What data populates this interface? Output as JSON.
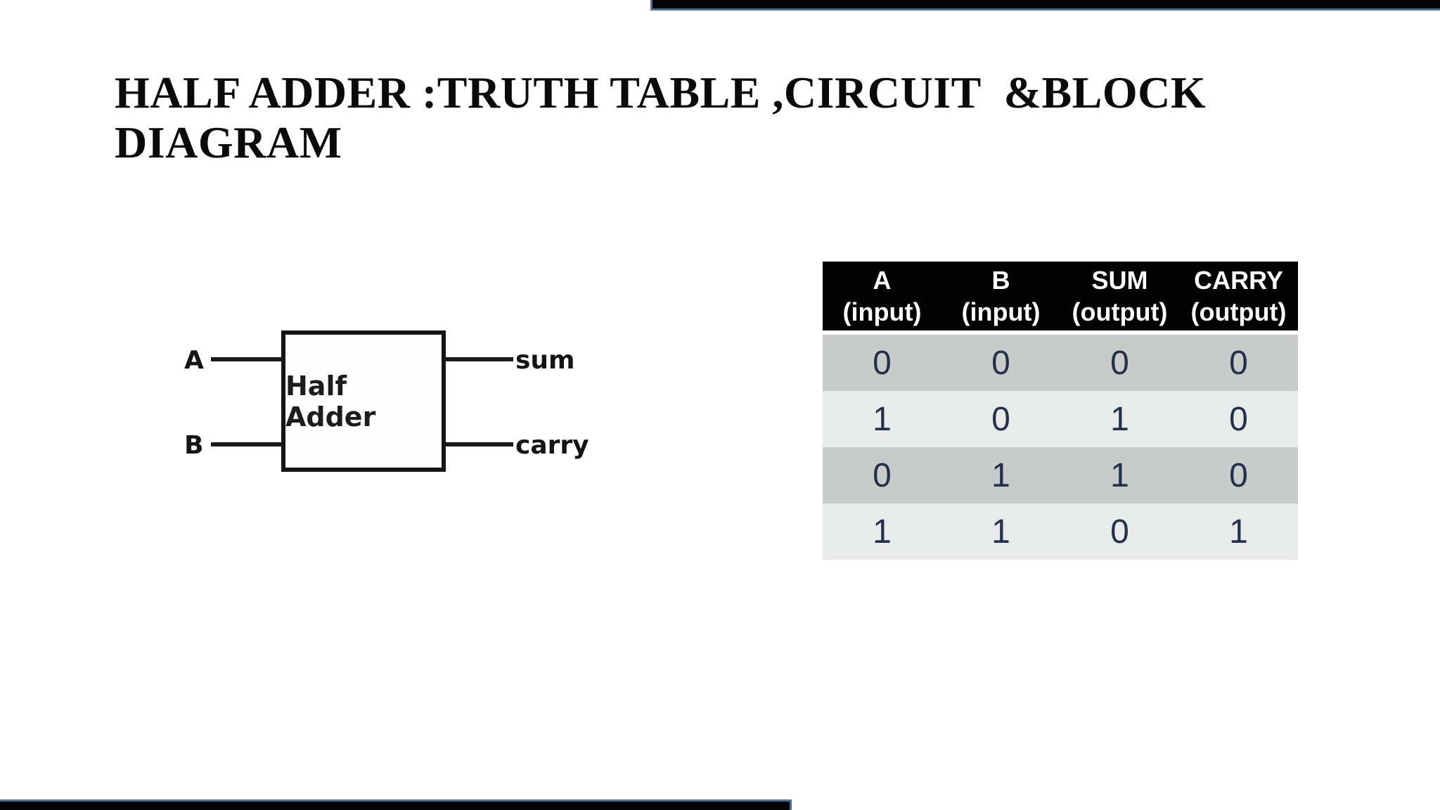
{
  "slide": {
    "title_line1": "HALF ADDER :TRUTH TABLE ,CIRCUIT  &BLOCK",
    "title_line2": "DIAGRAM"
  },
  "block_diagram": {
    "box_label": "Half Adder",
    "input_a": "A",
    "input_b": "B",
    "output_sum": "sum",
    "output_carry": "carry"
  },
  "truth_table": {
    "headers": [
      {
        "name": "A",
        "sub": "(input)"
      },
      {
        "name": "B",
        "sub": "(input)"
      },
      {
        "name": "SUM",
        "sub": "(output)"
      },
      {
        "name": "CARRY",
        "sub": "(output)"
      }
    ],
    "rows": [
      [
        "0",
        "0",
        "0",
        "0"
      ],
      [
        "1",
        "0",
        "1",
        "0"
      ],
      [
        "0",
        "1",
        "1",
        "0"
      ],
      [
        "1",
        "1",
        "0",
        "1"
      ]
    ]
  },
  "colors": {
    "bar_fill": "#050505",
    "bar_border": "#4f7195",
    "table_header_bg": "#020202",
    "table_header_text": "#ffffff",
    "row_dark": "#c9cbca",
    "row_light": "#e9eaea",
    "digit_text": "#22304a",
    "diagram_ink": "#1a1a1a",
    "title_text": "#0a0a0a"
  }
}
